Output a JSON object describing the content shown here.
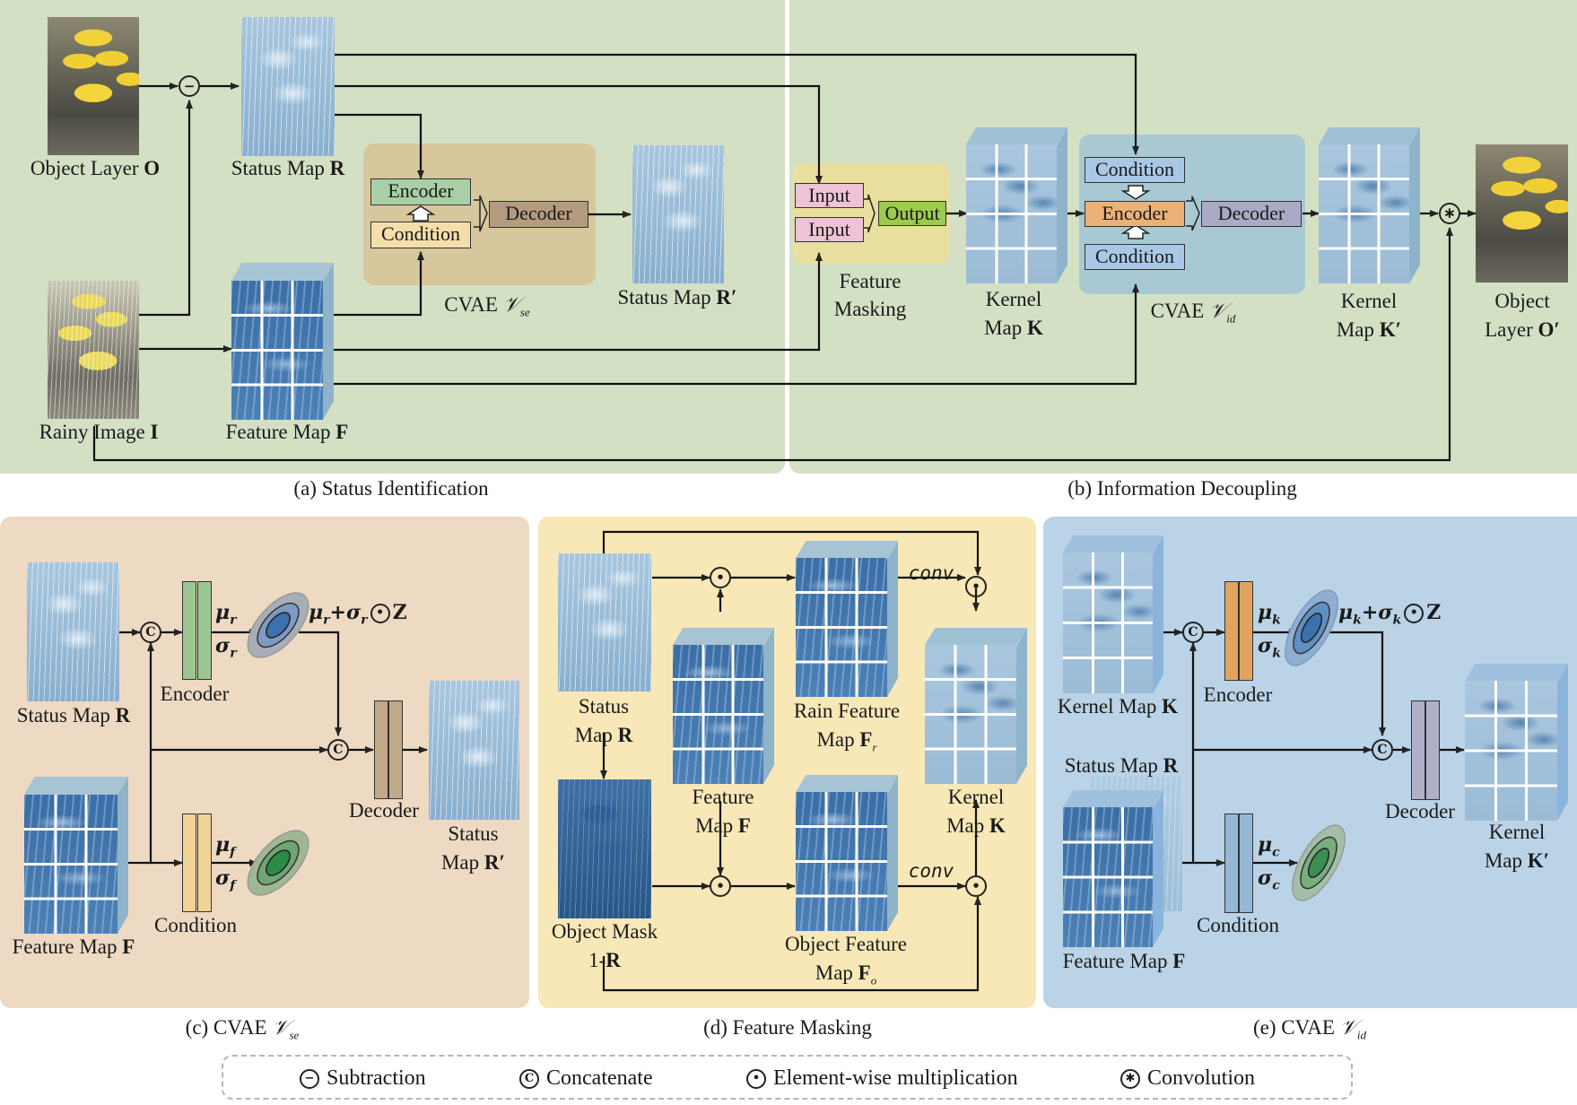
{
  "colors": {
    "panel_a_bg": "#d3e0c4",
    "panel_b_bg": "#d3e0c4",
    "panel_c_bg": "#eed9c3",
    "panel_d_bg": "#f8e8b7",
    "panel_e_bg": "#bad3e6",
    "cvae_se_box": "#d7c79d",
    "cvae_id_box": "#a8c9d3",
    "feature_masking_box": "#e9e0a0",
    "encoder_green": "#a8cfa6",
    "condition_cream": "#f4deaa",
    "decoder_brown": "#b49a7e",
    "input_pink": "#eec3d5",
    "output_green": "#9bcb4f",
    "condition_blue": "#a9c8e6",
    "encoder_orange": "#eab277",
    "decoder_purple": "#aaa9c6",
    "enc_bar_green": "#9cc790",
    "cond_bar_yellow": "#f2d395",
    "dec_bar_brown": "#c2a98a",
    "enc_bar_orange": "#e1a35d",
    "cond_bar_blue": "#96b7d6",
    "dec_bar_purple": "#b0b1c8"
  },
  "panel_a": {
    "caption": "(a) Status Identification",
    "object_layer": {
      "text": "Object Layer ",
      "sym": "O"
    },
    "status_map": {
      "text": "Status Map ",
      "sym": "R"
    },
    "rainy_image": {
      "text": "Rainy Image ",
      "sym": "I"
    },
    "feature_map": {
      "text": "Feature Map ",
      "sym": "F"
    },
    "encoder": "Encoder",
    "condition": "Condition",
    "decoder": "Decoder",
    "cvae_label": "CVAE ",
    "cvae_sym": "𝒱",
    "cvae_sub": "se",
    "status_map_out": {
      "text": "Status Map ",
      "sym": "R′"
    },
    "subtract_symbol": "−"
  },
  "panel_b": {
    "caption": "(b) Information Decoupling",
    "input1": "Input",
    "input2": "Input",
    "output": "Output",
    "feature_masking": [
      "Feature",
      "Masking"
    ],
    "kernel_map": {
      "line1": "Kernel",
      "line2": "Map ",
      "sym": "K"
    },
    "condition_top": "Condition",
    "encoder": "Encoder",
    "condition_bottom": "Condition",
    "decoder": "Decoder",
    "cvae_label": "CVAE ",
    "cvae_sym": "𝒱",
    "cvae_sub": "id",
    "kernel_map_out": {
      "line1": "Kernel",
      "line2": "Map ",
      "sym": "K′"
    },
    "object_layer_out": {
      "line1": "Object",
      "line2": "Layer ",
      "sym": "O′"
    },
    "conv_symbol": "∗"
  },
  "panel_c": {
    "caption_prefix": "(c) CVAE ",
    "caption_sym": "𝒱",
    "caption_sub": "se",
    "status_map": {
      "text": "Status Map ",
      "sym": "R"
    },
    "feature_map": {
      "text": "Feature Map ",
      "sym": "F"
    },
    "encoder": "Encoder",
    "condition": "Condition",
    "decoder": "Decoder",
    "mu_r": "μ",
    "mu_r_sub": "r",
    "sigma_r": "σ",
    "sigma_r_sub": "r",
    "reparam": {
      "mu": "μ",
      "mu_sub": "r",
      "plus": "+",
      "sigma": "σ",
      "sigma_sub": "r",
      "z": "Z"
    },
    "mu_f": "μ",
    "mu_f_sub": "f",
    "sigma_f": "σ",
    "sigma_f_sub": "f",
    "status_map_out": {
      "line1": "Status",
      "line2": "Map ",
      "sym": "R′"
    },
    "concat_symbol": "C"
  },
  "panel_d": {
    "caption": "(d) Feature Masking",
    "status_map": {
      "line1": "Status",
      "line2": "Map ",
      "sym": "R"
    },
    "feature_map": {
      "line1": "Feature",
      "line2": "Map ",
      "sym": "F"
    },
    "rain_feature_map": {
      "line1": "Rain Feature",
      "line2": "Map ",
      "sym": "F",
      "sub": "r"
    },
    "object_mask": {
      "line1": "Object Mask",
      "line2": "1-",
      "sym": "R"
    },
    "object_feature_map": {
      "line1": "Object Feature",
      "line2": "Map ",
      "sym": "F",
      "sub": "o"
    },
    "kernel_map": {
      "line1": "Kernel",
      "line2": "Map ",
      "sym": "K"
    },
    "conv_top": "conv",
    "conv_bottom": "conv",
    "mult_symbol": "•"
  },
  "panel_e": {
    "caption_prefix": "(e) CVAE ",
    "caption_sym": "𝒱",
    "caption_sub": "id",
    "kernel_map": {
      "text": "Kernel Map ",
      "sym": "K"
    },
    "status_map": {
      "text": "Status Map ",
      "sym": "R"
    },
    "feature_map": {
      "text": "Feature Map ",
      "sym": "F"
    },
    "encoder": "Encoder",
    "condition": "Condition",
    "decoder": "Decoder",
    "mu_k": "μ",
    "mu_k_sub": "k",
    "sigma_k": "σ",
    "sigma_k_sub": "k",
    "reparam": {
      "mu": "μ",
      "mu_sub": "k",
      "plus": "+",
      "sigma": "σ",
      "sigma_sub": "k",
      "z": "Z"
    },
    "mu_c": "μ",
    "mu_c_sub": "c",
    "sigma_c": "σ",
    "sigma_c_sub": "c",
    "kernel_map_out": {
      "line1": "Kernel",
      "line2": "Map ",
      "sym": "K′"
    },
    "concat_symbol": "C"
  },
  "legend": {
    "items": [
      {
        "symbol": "−",
        "label": "Subtraction"
      },
      {
        "symbol": "C",
        "label": "Concatenate"
      },
      {
        "symbol": "•",
        "label": "Element-wise multiplication"
      },
      {
        "symbol": "✱",
        "label": "Convolution"
      }
    ]
  }
}
